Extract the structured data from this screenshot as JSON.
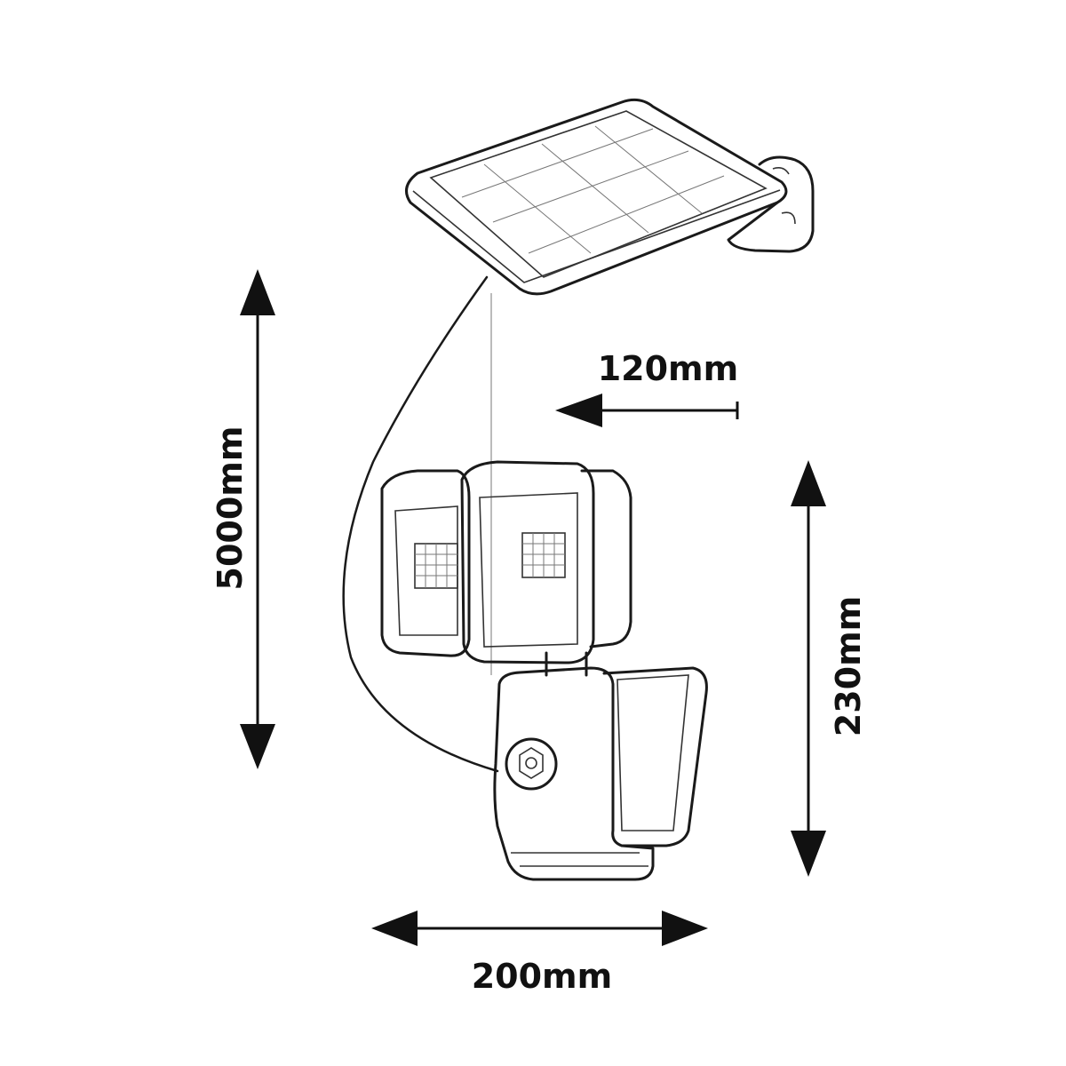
{
  "dimensions": {
    "cable_length": "5000mm",
    "depth": "120mm",
    "height": "230mm",
    "width": "200mm"
  },
  "colors": {
    "line": "#1a1a1a",
    "background": "#ffffff"
  }
}
